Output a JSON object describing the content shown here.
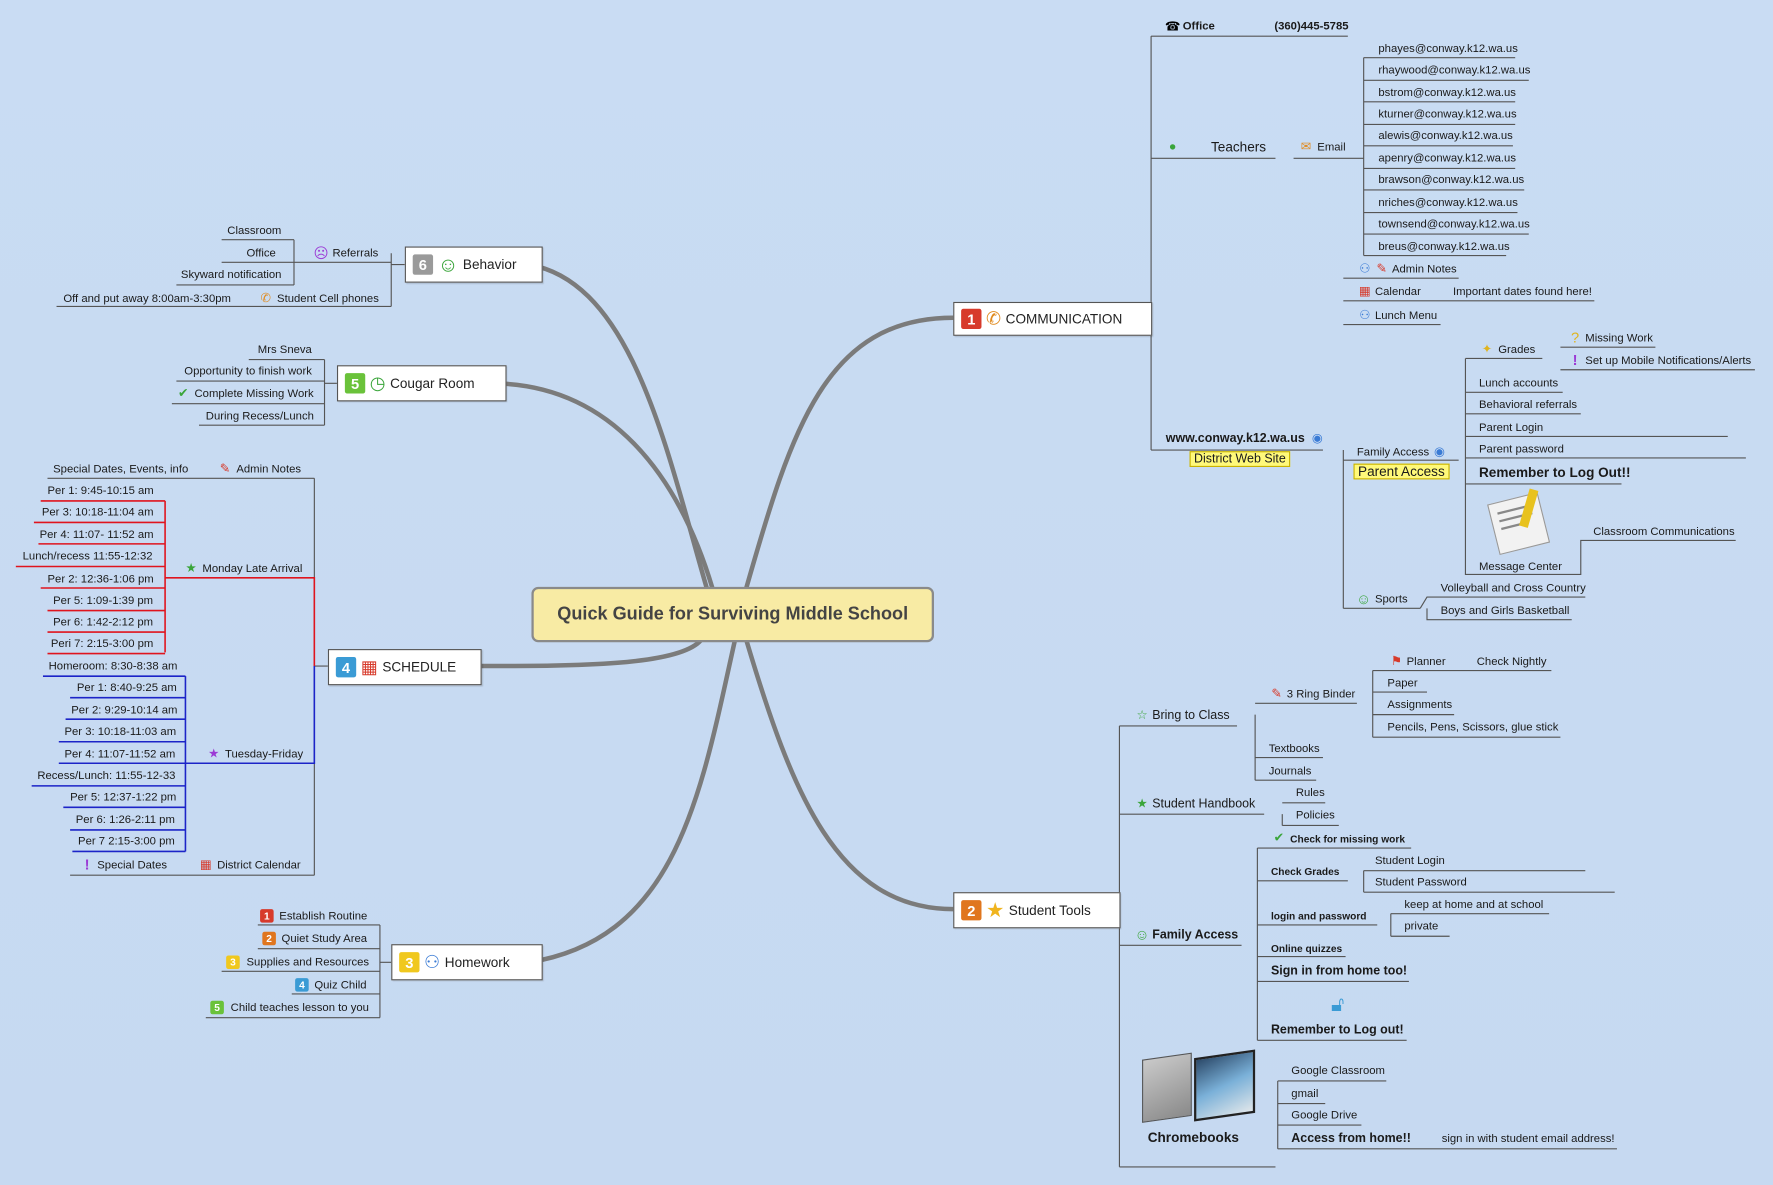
{
  "central": {
    "title": "Quick Guide for Surviving Middle School"
  },
  "communication": {
    "label": "COMMUNICATION",
    "number": "1",
    "office": {
      "label": "Office",
      "phone": "(360)445-5785"
    },
    "teachers": {
      "label": "Teachers",
      "email_label": "Email",
      "emails": [
        "phayes@conway.k12.wa.us",
        "rhaywood@conway.k12.wa.us",
        "bstrom@conway.k12.wa.us",
        "kturner@conway.k12.wa.us",
        "alewis@conway.k12.wa.us",
        "apenry@conway.k12.wa.us",
        "brawson@conway.k12.wa.us",
        "nriches@conway.k12.wa.us",
        "townsend@conway.k12.wa.us",
        "breus@conway.k12.wa.us"
      ]
    },
    "website": {
      "url": "www.conway.k12.wa.us",
      "note": "District Web Site",
      "admin_notes": "Admin Notes",
      "calendar": "Calendar",
      "calendar_note": "Important dates found here!",
      "lunch_menu": "Lunch Menu",
      "family_access": {
        "label": "Family Access",
        "note": "Parent Access",
        "grades": "Grades",
        "missing_work": "Missing Work",
        "mobile_alerts": "Set up Mobile Notifications/Alerts",
        "lunch_accounts": "Lunch accounts",
        "behavioral_referrals": "Behavioral referrals",
        "parent_login": "Parent Login",
        "parent_password": "Parent password",
        "logout": "Remember to Log Out!!",
        "message_center": "Message Center",
        "classroom_comms": "Classroom Communications"
      },
      "sports": {
        "label": "Sports",
        "items": [
          "Volleyball and Cross Country",
          "Boys and Girls Basketball"
        ]
      }
    }
  },
  "student_tools": {
    "label": "Student Tools",
    "number": "2",
    "bring": {
      "label": "Bring to Class",
      "binder": "3 Ring Binder",
      "planner": "Planner",
      "check_nightly": "Check Nightly",
      "binder_items": [
        "Paper",
        "Assignments",
        "Pencils, Pens, Scissors, glue stick"
      ],
      "textbooks": "Textbooks",
      "journals": "Journals"
    },
    "handbook": {
      "label": "Student Handbook",
      "items": [
        "Rules",
        "Policies"
      ]
    },
    "family_access": {
      "label": "Family Access",
      "check_missing": "Check for missing work",
      "check_grades": "Check Grades",
      "student_login": "Student Login",
      "student_password": "Student Password",
      "login_password": "login and password",
      "keep_home": "keep at home and at school",
      "private": "private",
      "online_quizzes": "Online quizzes",
      "sign_in_home": "Sign in from home too!",
      "logout": "Remember to Log out!"
    },
    "chromebooks": {
      "label": "Chromebooks",
      "items": [
        "Google Classroom",
        "gmail",
        "Google Drive"
      ],
      "access": "Access from home!!",
      "access_note": "sign in with student email address!"
    }
  },
  "homework": {
    "label": "Homework",
    "number": "3",
    "items": [
      {
        "n": "1",
        "text": "Establish Routine"
      },
      {
        "n": "2",
        "text": "Quiet Study Area"
      },
      {
        "n": "3",
        "text": "Supplies and Resources"
      },
      {
        "n": "4",
        "text": "Quiz Child"
      },
      {
        "n": "5",
        "text": "Child teaches lesson to you"
      }
    ]
  },
  "schedule": {
    "label": "SCHEDULE",
    "number": "4",
    "admin_notes": "Admin Notes",
    "special_events": "Special Dates, Events, info",
    "monday": {
      "label": "Monday Late Arrival",
      "items": [
        "Per 1: 9:45-10:15 am",
        "Per 3: 10:18-11:04 am",
        "Per 4: 11:07- 11:52 am",
        "Lunch/recess 11:55-12:32",
        "Per 2: 12:36-1:06 pm",
        "Per 5: 1:09-1:39 pm",
        "Per 6: 1:42-2:12 pm",
        "Peri 7: 2:15-3:00 pm"
      ]
    },
    "tuesday": {
      "label": "Tuesday-Friday",
      "items": [
        "Homeroom: 8:30-8:38 am",
        "Per 1: 8:40-9:25 am",
        "Per 2: 9:29-10:14 am",
        "Per 3: 10:18-11:03 am",
        "Per 4: 11:07-11:52 am",
        "Recess/Lunch: 11:55-12-33",
        "Per 5: 12:37-1:22 pm",
        "Per 6: 1:26-2:11 pm",
        "Per 7 2:15-3:00 pm"
      ]
    },
    "district_calendar": "District Calendar",
    "special_dates": "Special Dates"
  },
  "cougar_room": {
    "label": "Cougar Room",
    "number": "5",
    "items": [
      "Mrs Sneva",
      "Opportunity to finish work",
      "Complete Missing Work",
      "During Recess/Lunch"
    ]
  },
  "behavior": {
    "label": "Behavior",
    "number": "6",
    "referrals": "Referrals",
    "referral_items": [
      "Classroom",
      "Office",
      "Skyward notification"
    ],
    "cell_phones": "Student Cell phones",
    "cell_note": "Off and put away 8:00am-3:30pm"
  },
  "colors": {
    "background": "#c6d9f1",
    "central_fill": "#f8eba4",
    "monday_line": "#e0141e",
    "tuesday_line": "#1c24c8"
  }
}
